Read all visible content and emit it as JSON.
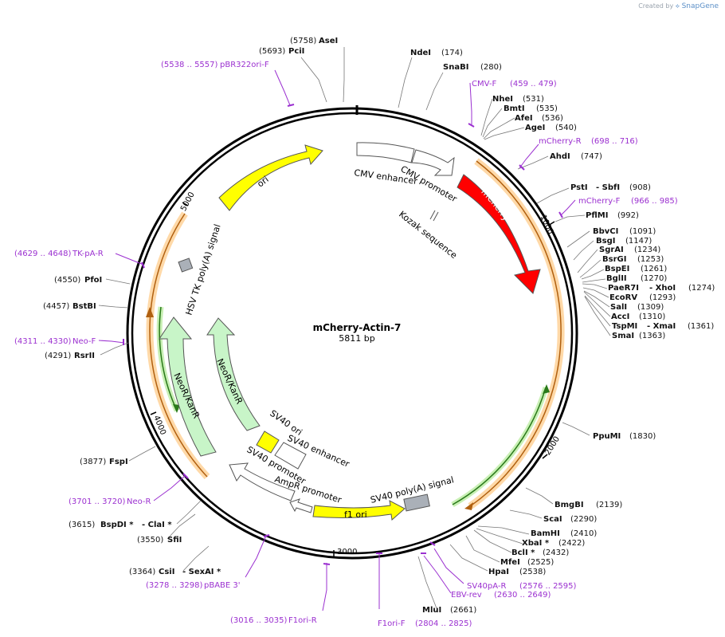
{
  "credit": {
    "prefix": "Created by",
    "brand": "SnapGene"
  },
  "plasmid": {
    "name": "mCherry-Actin-7",
    "length_label": "5811 bp"
  },
  "tick_labels": [
    "1000",
    "2000",
    "3000",
    "4000",
    "5000"
  ],
  "colors": {
    "enzyme": "#111111",
    "primer": "#9b30d0",
    "mcherry": "#ff0000",
    "yellow": "#ffff00",
    "neo": "#c8f5c8",
    "orf_orange": "#f3a64a",
    "orf_green": "#3a8f2a"
  },
  "enzymes": [
    {
      "id": "asei",
      "name": "AseI",
      "pos": "(5758)"
    },
    {
      "id": "pcii",
      "name": "PciI",
      "pos": "(5693)"
    },
    {
      "id": "ndei",
      "name": "NdeI",
      "pos": "(174)"
    },
    {
      "id": "snabi",
      "name": "SnaBI",
      "pos": "(280)"
    },
    {
      "id": "nhei",
      "name": "NheI",
      "pos": "(531)"
    },
    {
      "id": "bmti",
      "name": "BmtI",
      "pos": "(535)"
    },
    {
      "id": "afei",
      "name": "AfeI",
      "pos": "(536)"
    },
    {
      "id": "agei",
      "name": "AgeI",
      "pos": "(540)"
    },
    {
      "id": "ahdi",
      "name": "AhdI",
      "pos": "(747)"
    },
    {
      "id": "psti",
      "name": "PstI",
      "pos": "(908)",
      "extra": "- SbfI"
    },
    {
      "id": "pflmi",
      "name": "PflMI",
      "pos": "(992)"
    },
    {
      "id": "bbvci",
      "name": "BbvCI",
      "pos": "(1091)"
    },
    {
      "id": "bsgi",
      "name": "BsgI",
      "pos": "(1147)"
    },
    {
      "id": "sgrai",
      "name": "SgrAI",
      "pos": "(1234)"
    },
    {
      "id": "bsrgi",
      "name": "BsrGI",
      "pos": "(1253)"
    },
    {
      "id": "bspei",
      "name": "BspEI",
      "pos": "(1261)"
    },
    {
      "id": "bglii",
      "name": "BglII",
      "pos": "(1270)"
    },
    {
      "id": "paer7i",
      "name": "PaeR7I",
      "pos": "(1274)",
      "extra": "- XhoI"
    },
    {
      "id": "ecorv",
      "name": "EcoRV",
      "pos": "(1293)"
    },
    {
      "id": "sali",
      "name": "SalI",
      "pos": "(1309)"
    },
    {
      "id": "acci",
      "name": "AccI",
      "pos": "(1310)"
    },
    {
      "id": "tspmi",
      "name": "TspMI",
      "pos": "(1361)",
      "extra": "- XmaI"
    },
    {
      "id": "smai",
      "name": "SmaI",
      "pos": "(1363)"
    },
    {
      "id": "ppumi",
      "name": "PpuMI",
      "pos": "(1830)"
    },
    {
      "id": "bmgbi",
      "name": "BmgBI",
      "pos": "(2139)"
    },
    {
      "id": "scai",
      "name": "ScaI",
      "pos": "(2290)"
    },
    {
      "id": "bamhi",
      "name": "BamHI",
      "pos": "(2410)"
    },
    {
      "id": "xbai",
      "name": "XbaI *",
      "pos": "(2422)"
    },
    {
      "id": "bcli",
      "name": "BclI *",
      "pos": "(2432)"
    },
    {
      "id": "mfei",
      "name": "MfeI",
      "pos": "(2525)"
    },
    {
      "id": "hpai",
      "name": "HpaI",
      "pos": "(2538)"
    },
    {
      "id": "mlui",
      "name": "MluI",
      "pos": "(2661)"
    },
    {
      "id": "csii",
      "name": "CsiI",
      "pos": "(3364)",
      "extra": "- SexAI *"
    },
    {
      "id": "sfii",
      "name": "SfiI",
      "pos": "(3550)"
    },
    {
      "id": "bspdi",
      "name": "BspDI *",
      "pos": "(3615)",
      "extra": "- ClaI *"
    },
    {
      "id": "fspi",
      "name": "FspI",
      "pos": "(3877)"
    },
    {
      "id": "rsrii",
      "name": "RsrII",
      "pos": "(4291)"
    },
    {
      "id": "bstbi",
      "name": "BstBI",
      "pos": "(4457)"
    },
    {
      "id": "pfoi",
      "name": "PfoI",
      "pos": "(4550)"
    }
  ],
  "primers": [
    {
      "id": "pbr322ori-f",
      "name": "pBR322ori-F",
      "range": "(5538 .. 5557)"
    },
    {
      "id": "cmv-f",
      "name": "CMV-F",
      "range": "(459 .. 479)"
    },
    {
      "id": "mcherry-r",
      "name": "mCherry-R",
      "range": "(698 .. 716)"
    },
    {
      "id": "mcherry-f",
      "name": "mCherry-F",
      "range": "(966 .. 985)"
    },
    {
      "id": "tk-pa-r",
      "name": "TK-pA-R",
      "range": "(4629 .. 4648)"
    },
    {
      "id": "neo-f",
      "name": "Neo-F",
      "range": "(4311 .. 4330)"
    },
    {
      "id": "neo-r",
      "name": "Neo-R",
      "range": "(3701 .. 3720)"
    },
    {
      "id": "pbabe3",
      "name": "pBABE 3'",
      "range": "(3278 .. 3298)"
    },
    {
      "id": "f1ori-r",
      "name": "F1ori-R",
      "range": "(3016 .. 3035)"
    },
    {
      "id": "f1ori-f",
      "name": "F1ori-F",
      "range": "(2804 .. 2825)"
    },
    {
      "id": "ebv-rev",
      "name": "EBV-rev",
      "range": "(2630 .. 2649)"
    },
    {
      "id": "sv40pa-r",
      "name": "SV40pA-R",
      "range": "(2576 .. 2595)"
    }
  ],
  "features": {
    "ori": "ori",
    "cmv_enhancer": "CMV enhancer",
    "cmv_promoter": "CMV promoter",
    "kozak": "Kozak sequence",
    "mcherry": "mCherry",
    "hsv_tk": "HSV TK poly(A) signal",
    "neo_outer": "NeoR/KanR",
    "neo_inner": "NeoR/KanR",
    "sv40_ori": "SV40 ori",
    "sv40_enhancer": "SV40 enhancer",
    "sv40_promoter": "SV40 promoter",
    "ampr_promoter": "AmpR promoter",
    "f1_ori": "f1 ori",
    "sv40_polya": "SV40 poly(A) signal"
  }
}
